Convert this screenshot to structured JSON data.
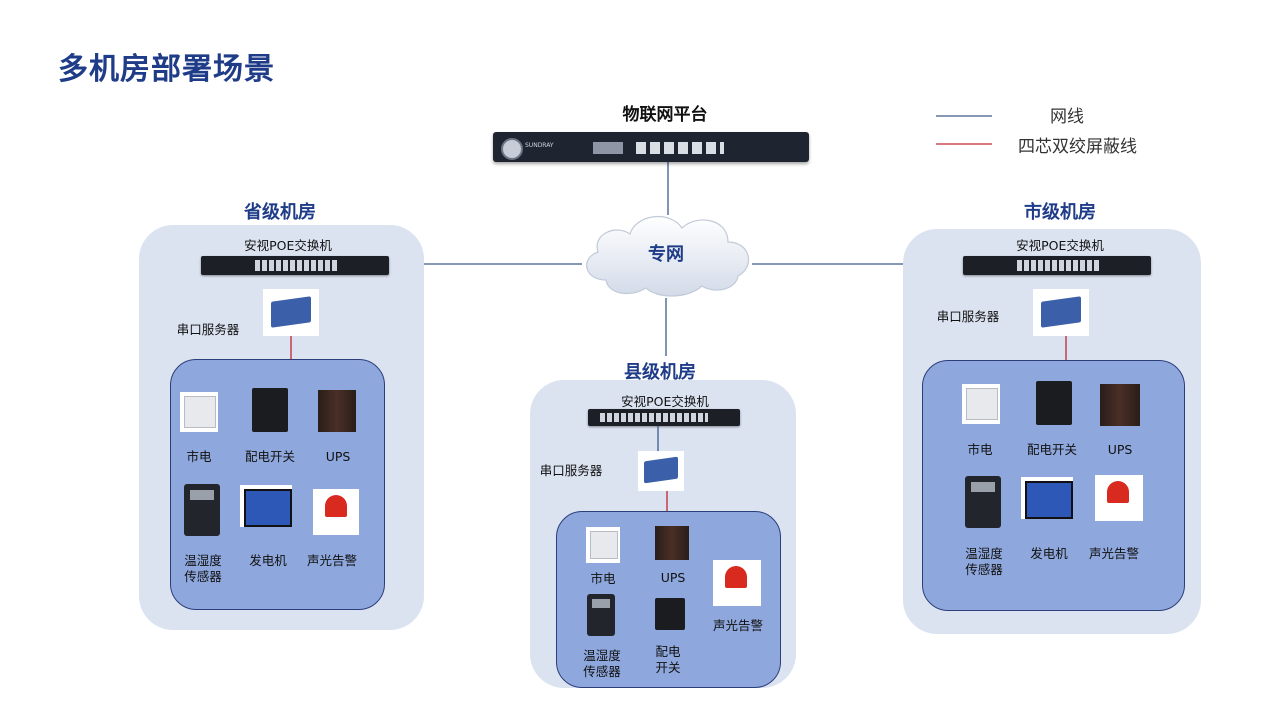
{
  "page_title": "多机房部署场景",
  "platform": {
    "label": "物联网平台",
    "brand": "SUNDRAY"
  },
  "cloud_label": "专网",
  "legend": [
    {
      "label": "网线",
      "color": "#3d5a8a"
    },
    {
      "label": "四芯双绞屏蔽线",
      "color": "#c0272d"
    }
  ],
  "rooms": {
    "province": {
      "title": "省级机房",
      "switch_label": "安视POE交换机",
      "serial_label": "串口服务器",
      "devices": [
        "市电",
        "配电开关",
        "UPS",
        "温湿度\n传感器",
        "发电机",
        "声光告警"
      ]
    },
    "city": {
      "title": "市级机房",
      "switch_label": "安视POE交换机",
      "serial_label": "串口服务器",
      "devices": [
        "市电",
        "配电开关",
        "UPS",
        "温湿度\n传感器",
        "发电机",
        "声光告警"
      ]
    },
    "county": {
      "title": "县级机房",
      "switch_label": "安视POE交换机",
      "serial_label": "串口服务器",
      "devices": [
        "市电",
        "UPS",
        "声光告警",
        "温湿度\n传感器",
        "配电\n开关"
      ]
    }
  }
}
